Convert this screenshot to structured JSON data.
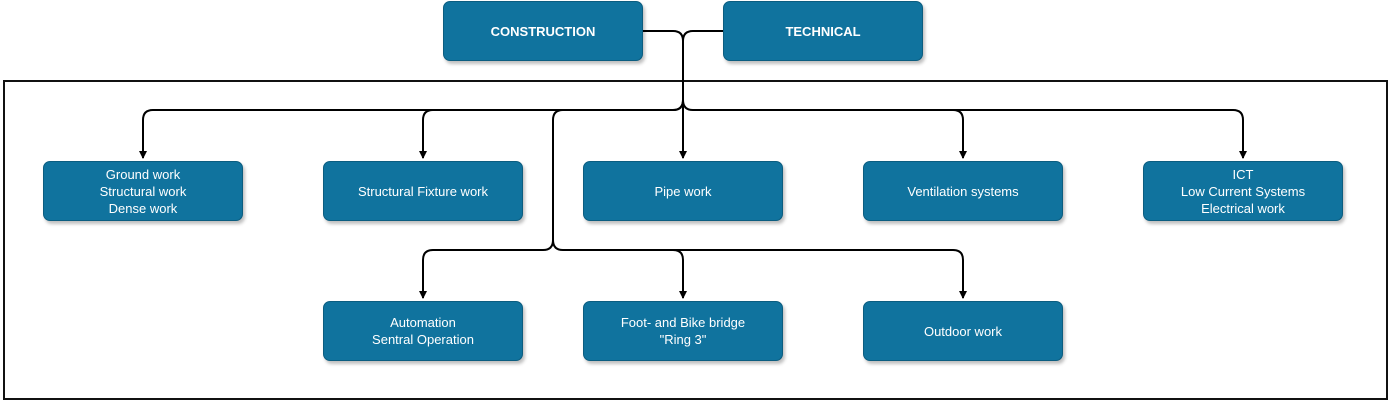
{
  "colors": {
    "node_fill": "#10739e",
    "node_text": "#ffffff",
    "connector": "#000000",
    "frame": "#111111"
  },
  "top_nodes": [
    {
      "label": "CONSTRUCTION"
    },
    {
      "label": "TECHNICAL"
    }
  ],
  "row1": [
    {
      "lines": [
        "Ground work",
        "Structural work",
        "Dense work"
      ]
    },
    {
      "lines": [
        "Structural Fixture work"
      ]
    },
    {
      "lines": [
        "Pipe work"
      ]
    },
    {
      "lines": [
        "Ventilation systems"
      ]
    },
    {
      "lines": [
        "ICT",
        "Low Current Systems",
        "Electrical work"
      ]
    }
  ],
  "row2": [
    {
      "lines": [
        "Automation",
        "Sentral Operation"
      ]
    },
    {
      "lines": [
        "Foot- and Bike bridge",
        "\"Ring 3\""
      ]
    },
    {
      "lines": [
        "Outdoor work"
      ]
    }
  ]
}
